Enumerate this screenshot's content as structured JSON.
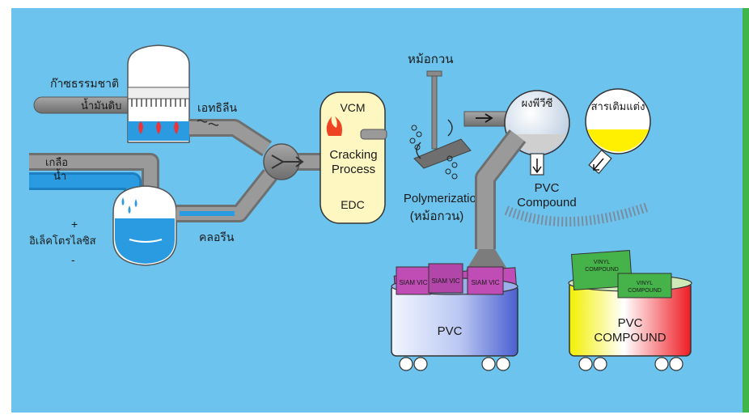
{
  "colors": {
    "background": "#6cc4ee",
    "pipe": "#8c8c8c",
    "water": "#2a9be0",
    "tank": "#fff7c2",
    "yellow": "#ffef00"
  },
  "labels": {
    "natural_gas": "ก๊าซธรรมชาติ",
    "crude_oil": "น้ำมันดิบ",
    "ethylene": "เอทธิลีน",
    "salt": "เกลือ",
    "water": "น้ำ",
    "plus": "+",
    "electrolysis": "อิเล็คโตรไลซิส",
    "minus": "-",
    "chlorine": "คลอรีน",
    "vcm": "VCM",
    "cracking_line1": "Cracking",
    "cracking_line2": "Process",
    "edc": "EDC",
    "reactor_top": "หม้อกวน",
    "polymerization": "Polymerization",
    "reactor_paren": "(หม้อกวน)",
    "pvc_powder": "ผงพีวีซี",
    "additives": "สารเติมแต่ง",
    "pvc_compound_line1": "PVC",
    "pvc_compound_line2": "Compound",
    "bag1": "SIAM VIC",
    "bag2": "SIAM VIC",
    "bag3": "SIAM VIC",
    "pvc_cart": "PVC",
    "vinyl_bag1_line1": "VINYL",
    "vinyl_bag1_line2": "COMPOUND",
    "vinyl_bag2_line1": "VINYL",
    "vinyl_bag2_line2": "COMPOUND",
    "pvc_compound_cart_line1": "PVC",
    "pvc_compound_cart_line2": "COMPOUND"
  }
}
